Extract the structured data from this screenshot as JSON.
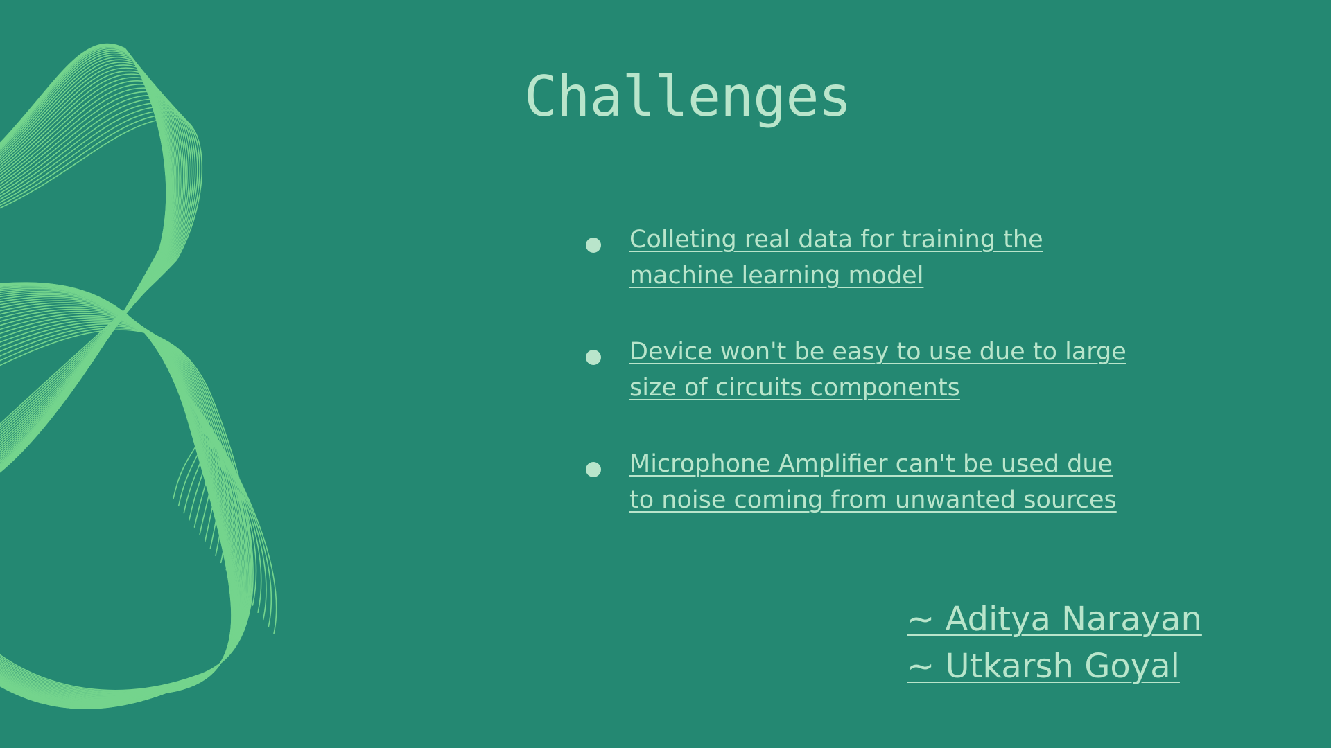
{
  "slide": {
    "title": "Challenges",
    "bullets": [
      "Colleting real data for training the machine learning model",
      "Device won't be easy to use due to large size of circuits components",
      "Microphone Amplifier can't be used due to noise coming from unwanted sources"
    ],
    "authors": [
      "~ Aditya Narayan",
      "~ Utkarsh Goyal"
    ]
  },
  "theme": {
    "background_color": "#248872",
    "text_color": "#b9e5cb",
    "line_art_color": "#79d98f"
  },
  "decorations": {
    "left_art": "abstract-wave-line-art"
  }
}
